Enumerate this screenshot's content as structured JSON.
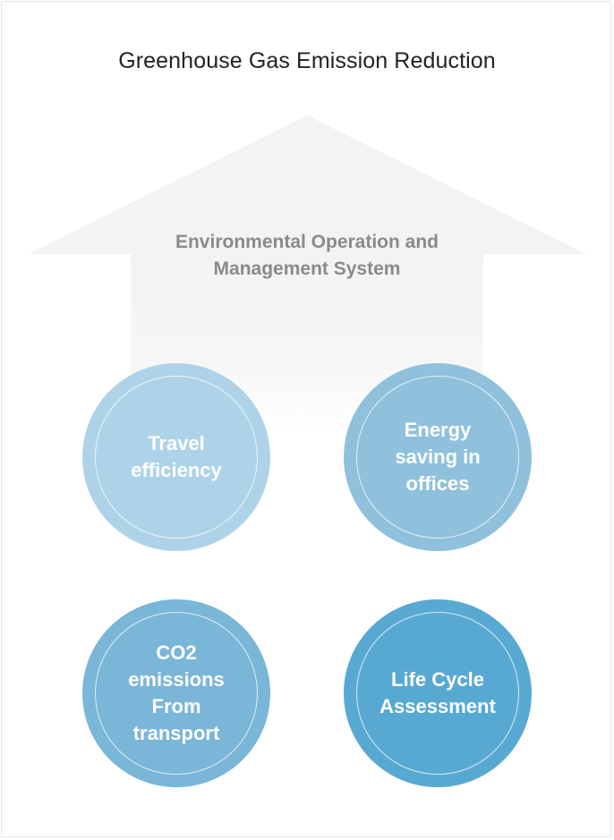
{
  "title": "Greenhouse Gas Emission Reduction",
  "house": {
    "label": "Environmental Operation and\nManagement System",
    "fill_color": "#f3f3f3"
  },
  "nodes": [
    {
      "id": "travel",
      "label": "Travel\nefficiency",
      "color": "#aed3e8"
    },
    {
      "id": "energy",
      "label": "Energy\nsaving in\noffices",
      "color": "#8fc1dd"
    },
    {
      "id": "co2",
      "label": "CO2\nemissions\nFrom\ntransport",
      "color": "#7ab6d8"
    },
    {
      "id": "lca",
      "label": "Life Cycle\nAssessment",
      "color": "#58a9d2"
    }
  ]
}
